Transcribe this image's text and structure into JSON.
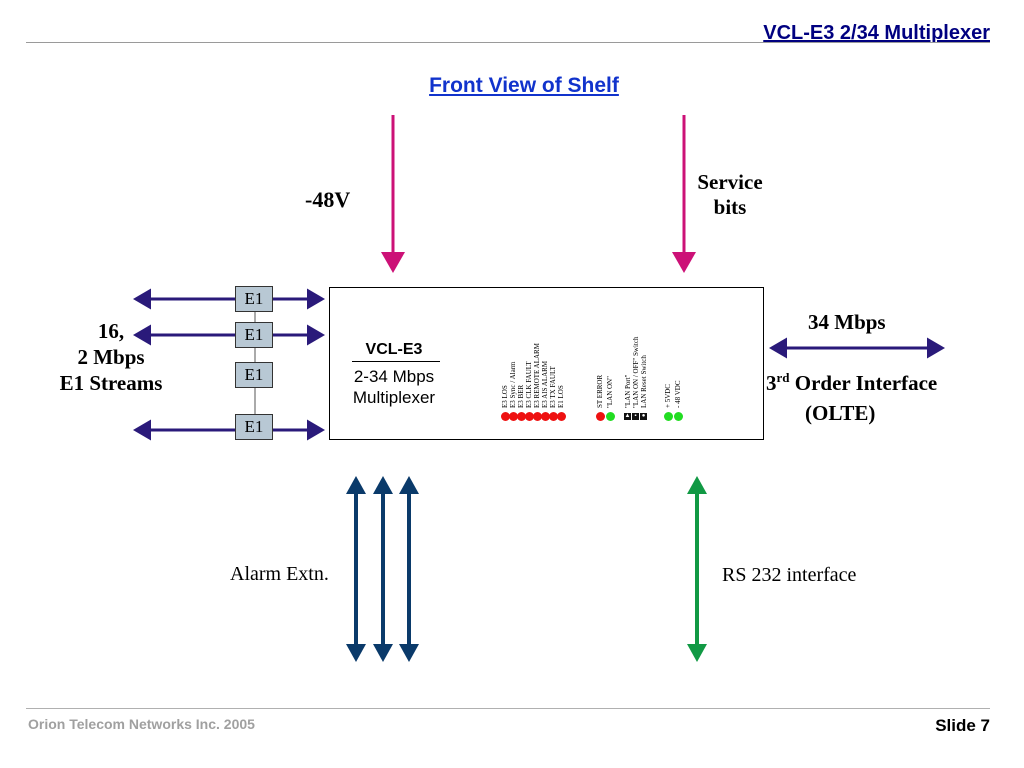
{
  "header": {
    "title": "VCL-E3 2/34 Multiplexer"
  },
  "subtitle": "Front View of Shelf",
  "labels": {
    "power": "-48V",
    "service_line1": "Service",
    "service_line2": "bits",
    "streams_line1": "16,",
    "streams_line2": "2 Mbps",
    "streams_line3": "E1 Streams",
    "rate": "34 Mbps",
    "order_num": "3",
    "order_sup": "rd",
    "order_rest": " Order Interface",
    "olte": "(OLTE)",
    "alarm": "Alarm Extn.",
    "rs232": "RS 232 interface"
  },
  "e1_boxes": [
    "E1",
    "E1",
    "E1",
    "E1"
  ],
  "mux": {
    "model": "VCL-E3",
    "desc1": "2-34 Mbps",
    "desc2": "Multiplexer"
  },
  "leds": {
    "group1": [
      "E3 LOS",
      "E3 Sync / Alarm",
      "E3 BER",
      "E3 CLK FAULT",
      "E3 REMOTE ALARM",
      "E3 AIS ALARM",
      "E3 TX FAULT",
      "E1 LOS"
    ],
    "group2": [
      "ST ERROR",
      "\"LAN ON\""
    ],
    "group3": [
      "\"LAN Port\"",
      "\"LAN ON / OFF\" Switch",
      "LAN Reset Switch"
    ],
    "group4": [
      "+ 5VDC",
      "- 48 VDC"
    ]
  },
  "colors": {
    "power_arrow": "#cc1177",
    "stream_arrow": "#2a1a7a",
    "alarm_arrow": "#0a3a6a",
    "rs232_arrow": "#119944",
    "title_blue": "#000080"
  },
  "footer": {
    "company": "Orion Telecom Networks Inc. 2005",
    "slide": "Slide 7"
  }
}
